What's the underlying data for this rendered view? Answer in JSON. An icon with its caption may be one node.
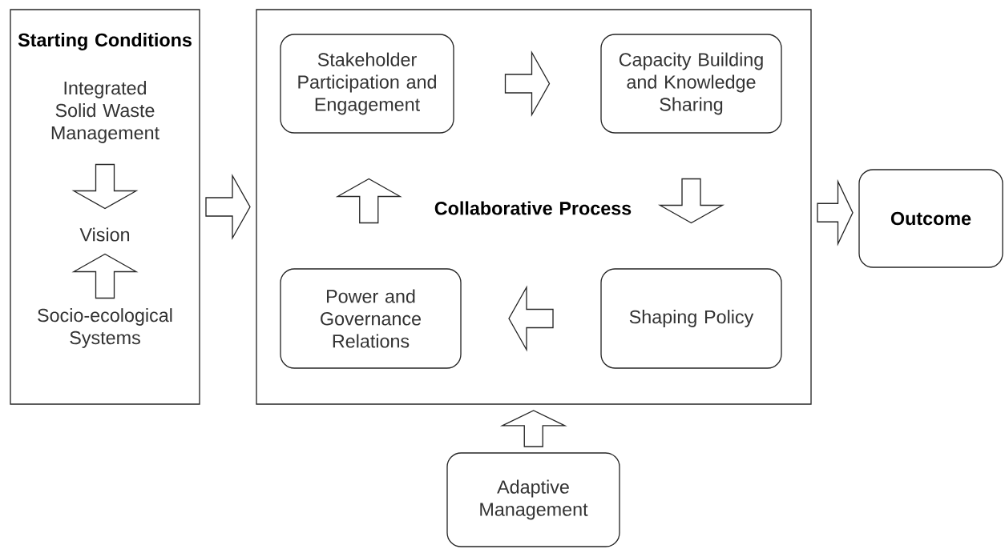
{
  "diagram": {
    "nodes": [
      {
        "text": [
          "Starting Conditions"
        ]
      },
      {
        "text": [
          "Integrated Solid Waste Management"
        ],
        "in": 0
      },
      {
        "text": [
          "Vision"
        ],
        "in": 0
      },
      {
        "text": [
          "Socio-ecological Systems"
        ],
        "in": 0
      },
      {
        "text": [
          "Collaborative Process"
        ]
      },
      {
        "text": [
          "Stakeholder Participation and Engagement"
        ],
        "in": 4
      },
      {
        "text": [
          "Capacity Building and Knowledge Sharing"
        ],
        "in": 4
      },
      {
        "text": [
          "Power and Governance Relations"
        ],
        "in": 4
      },
      {
        "text": [
          "Shaping Policy"
        ],
        "in": 4
      },
      {
        "text": [
          "Outcome"
        ]
      },
      {
        "text": [
          "Adaptive Management"
        ]
      }
    ],
    "edges": [
      {
        "from": 1,
        "to": 2,
        "arrow": "to"
      },
      {
        "from": 3,
        "to": 2,
        "arrow": "to"
      },
      {
        "from": 0,
        "to": 4,
        "arrow": "to"
      },
      {
        "from": 5,
        "to": 6,
        "arrow": "to"
      },
      {
        "from": 6,
        "to": 8,
        "arrow": "to"
      },
      {
        "from": 8,
        "to": 7,
        "arrow": "to"
      },
      {
        "from": 7,
        "to": 5,
        "arrow": "to"
      },
      {
        "from": 4,
        "to": 9,
        "arrow": "to"
      },
      {
        "from": 10,
        "to": 4,
        "arrow": "to"
      }
    ]
  }
}
